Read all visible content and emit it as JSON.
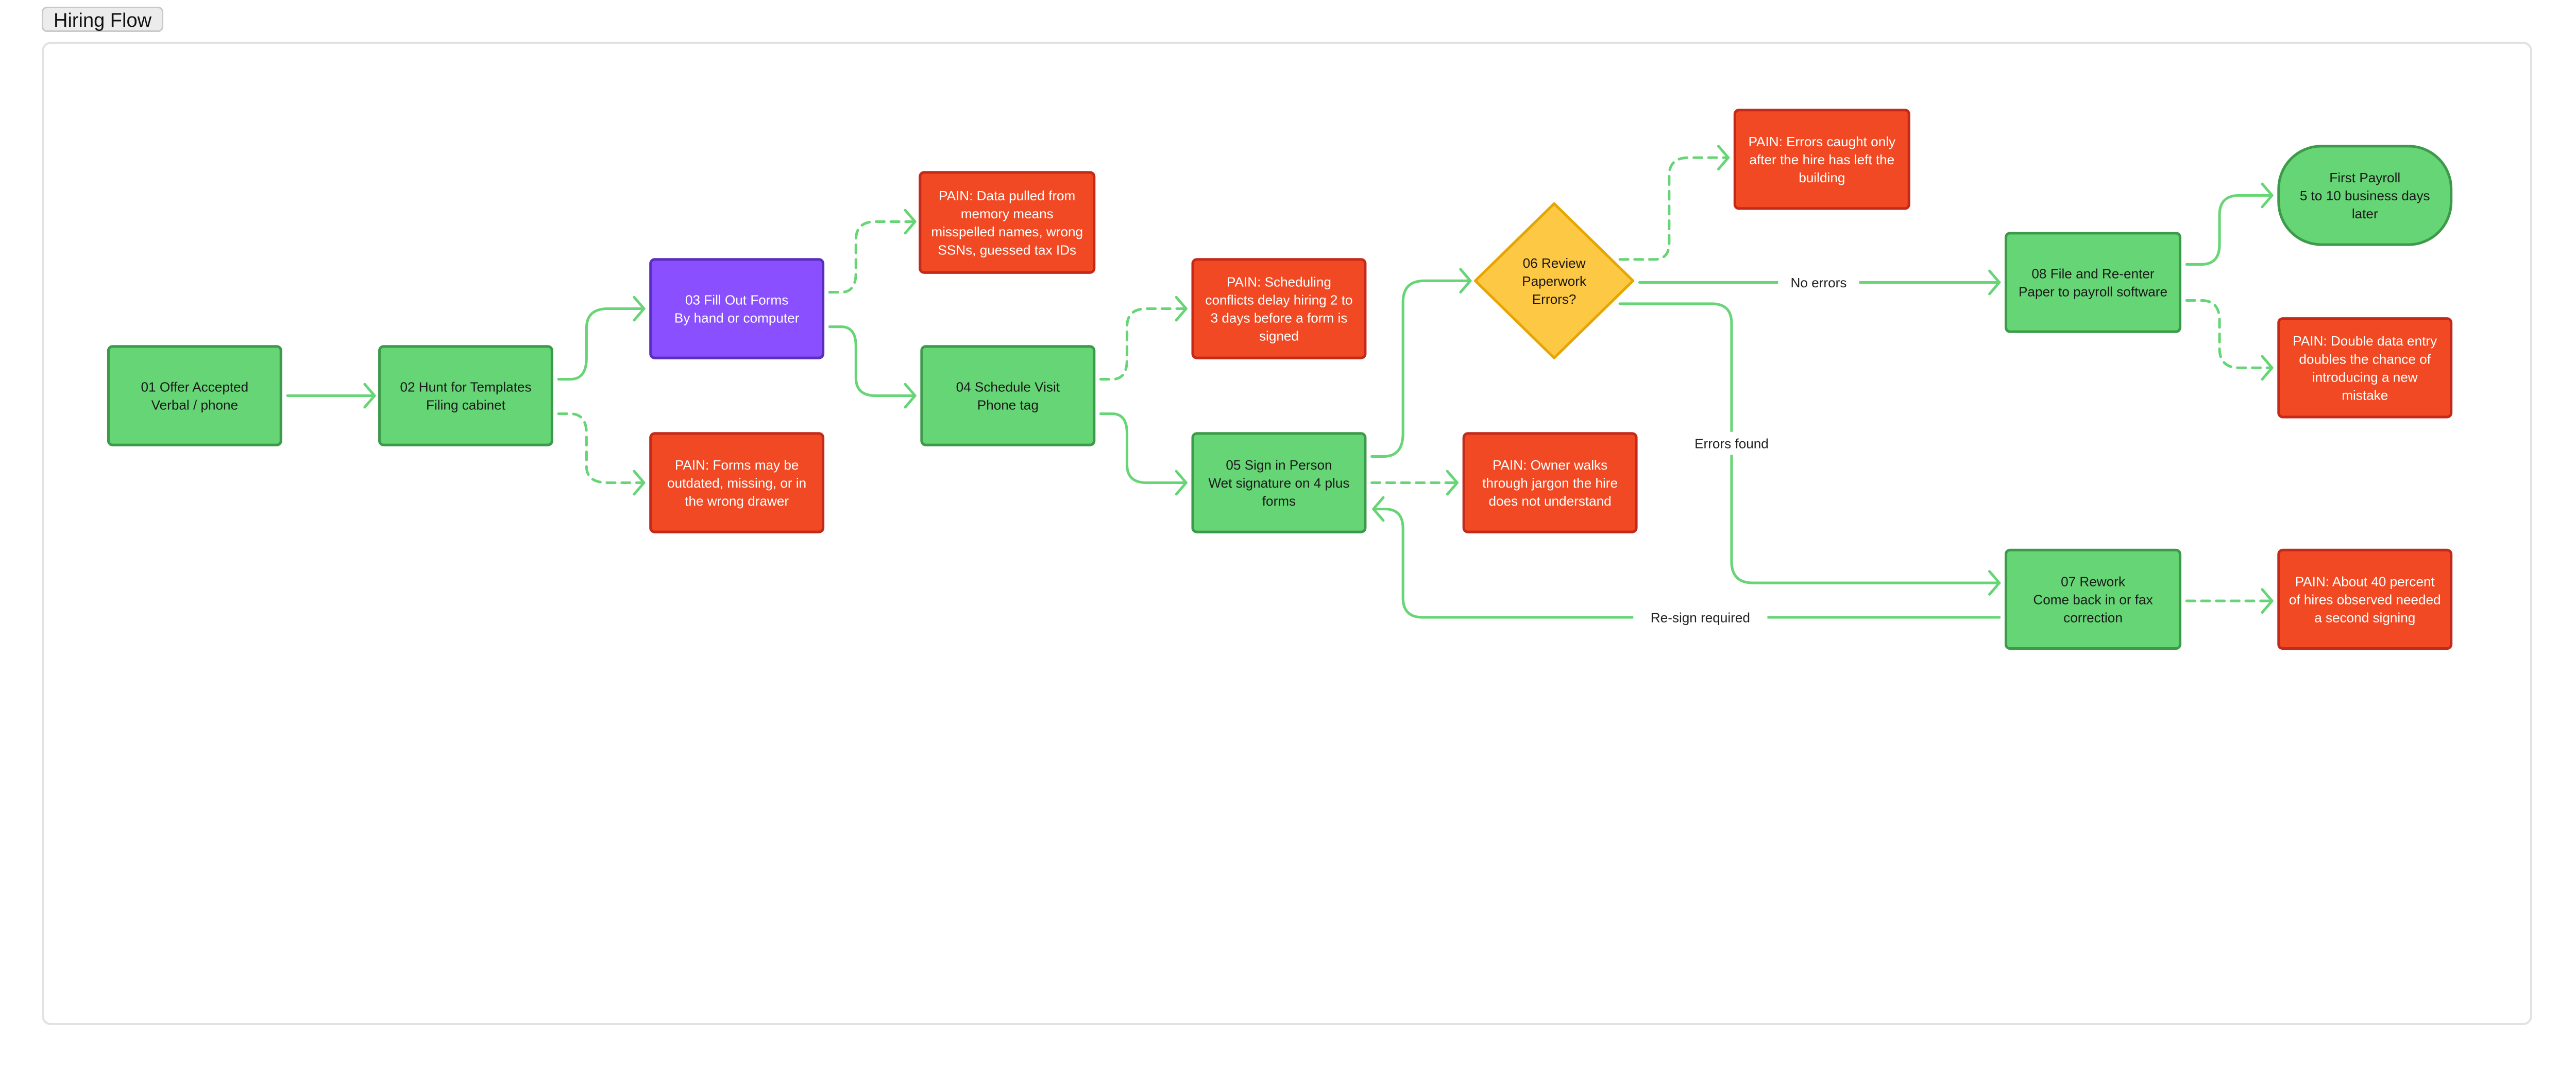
{
  "title": "Hiring Flow",
  "colors": {
    "step_fill": "#66d575",
    "step_stroke": "#3d9a4a",
    "pain_fill": "#f04923",
    "pain_stroke": "#c42a1a",
    "highlight_fill": "#8a4fff",
    "highlight_stroke": "#5a2fc0",
    "decision_fill": "#fdc843",
    "decision_stroke": "#e6a500",
    "edge": "#66d575"
  },
  "nodes": [
    {
      "id": "n01",
      "kind": "step",
      "lines": [
        "01 Offer Accepted",
        "Verbal / phone"
      ]
    },
    {
      "id": "n02",
      "kind": "step",
      "lines": [
        "02 Hunt for Templates",
        "Filing cabinet"
      ]
    },
    {
      "id": "n03",
      "kind": "highlight",
      "lines": [
        "03 Fill Out Forms",
        "By hand or computer"
      ]
    },
    {
      "id": "p02",
      "kind": "pain",
      "lines": [
        "PAIN: Forms may be",
        "outdated, missing, or in",
        "the wrong drawer"
      ]
    },
    {
      "id": "p03",
      "kind": "pain",
      "lines": [
        "PAIN: Data pulled from",
        "memory means",
        "misspelled names, wrong",
        "SSNs, guessed tax IDs"
      ]
    },
    {
      "id": "n04",
      "kind": "step",
      "lines": [
        "04 Schedule Visit",
        "Phone tag"
      ]
    },
    {
      "id": "p04",
      "kind": "pain",
      "lines": [
        "PAIN: Scheduling",
        "conflicts delay hiring 2 to",
        "3 days before a form is",
        "signed"
      ]
    },
    {
      "id": "n05",
      "kind": "step",
      "lines": [
        "05 Sign in Person",
        "Wet signature on 4 plus",
        "forms"
      ]
    },
    {
      "id": "p05",
      "kind": "pain",
      "lines": [
        "PAIN: Owner walks",
        "through jargon the hire",
        "does not understand"
      ]
    },
    {
      "id": "n06",
      "kind": "decision",
      "lines": [
        "06 Review",
        "Paperwork",
        "Errors?"
      ]
    },
    {
      "id": "p06",
      "kind": "pain",
      "lines": [
        "PAIN: Errors caught only",
        "after the hire has left the",
        "building"
      ]
    },
    {
      "id": "n08",
      "kind": "step",
      "lines": [
        "08 File and Re-enter",
        "Paper to payroll software"
      ]
    },
    {
      "id": "n09",
      "kind": "terminal",
      "lines": [
        "First Payroll",
        "5 to 10 business days",
        "later"
      ]
    },
    {
      "id": "p08",
      "kind": "pain",
      "lines": [
        "PAIN: Double data entry",
        "doubles the chance of",
        "introducing a new",
        "mistake"
      ]
    },
    {
      "id": "n07",
      "kind": "step",
      "lines": [
        "07 Rework",
        "Come back in or fax",
        "correction"
      ]
    },
    {
      "id": "p07",
      "kind": "pain",
      "lines": [
        "PAIN: About 40 percent",
        "of hires observed needed",
        "a second signing"
      ]
    }
  ],
  "edges": [
    {
      "id": "e01",
      "from": "n01",
      "to": "n02",
      "style": "solid",
      "label": ""
    },
    {
      "id": "e02",
      "from": "n02",
      "to": "n03",
      "style": "solid",
      "label": ""
    },
    {
      "id": "e03",
      "from": "n02",
      "to": "p02",
      "style": "dashed",
      "label": ""
    },
    {
      "id": "e04",
      "from": "n03",
      "to": "p03",
      "style": "dashed",
      "label": ""
    },
    {
      "id": "e05",
      "from": "n03",
      "to": "n04",
      "style": "solid",
      "label": ""
    },
    {
      "id": "e06",
      "from": "n04",
      "to": "p04",
      "style": "dashed",
      "label": ""
    },
    {
      "id": "e07",
      "from": "n04",
      "to": "n05",
      "style": "solid",
      "label": ""
    },
    {
      "id": "e08",
      "from": "n05",
      "to": "n06",
      "style": "solid",
      "label": ""
    },
    {
      "id": "e09",
      "from": "n05",
      "to": "p05",
      "style": "dashed",
      "label": ""
    },
    {
      "id": "e10",
      "from": "n06",
      "to": "p06",
      "style": "dashed",
      "label": ""
    },
    {
      "id": "e11",
      "from": "n06",
      "to": "n08",
      "style": "solid",
      "label": "No errors"
    },
    {
      "id": "e12",
      "from": "n06",
      "to": "n07",
      "style": "solid",
      "label": "Errors found"
    },
    {
      "id": "e13",
      "from": "n07",
      "to": "n05",
      "style": "solid",
      "label": "Re-sign required"
    },
    {
      "id": "e14",
      "from": "n07",
      "to": "p07",
      "style": "dashed",
      "label": ""
    },
    {
      "id": "e15",
      "from": "n08",
      "to": "n09",
      "style": "solid",
      "label": ""
    },
    {
      "id": "e16",
      "from": "n08",
      "to": "p08",
      "style": "dashed",
      "label": ""
    }
  ]
}
